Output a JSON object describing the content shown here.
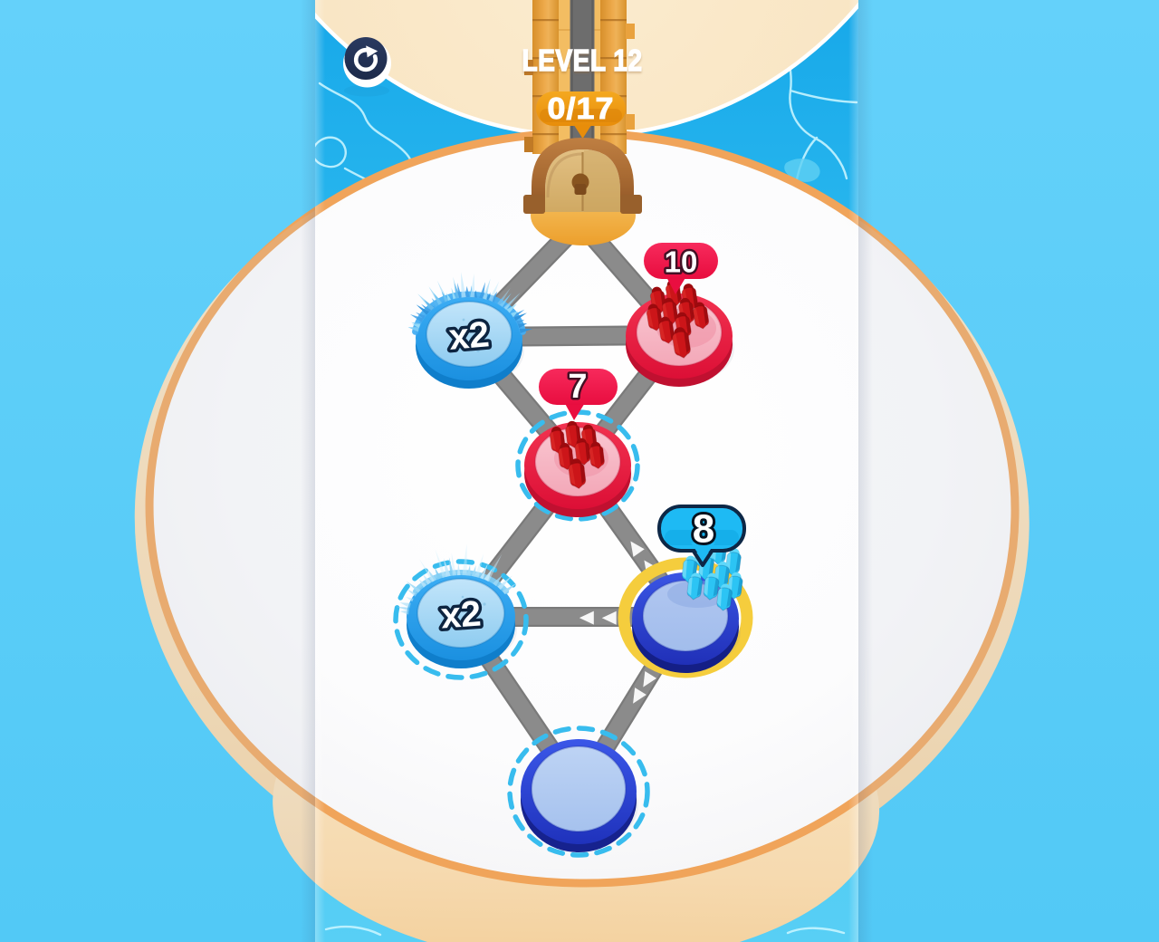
{
  "hud": {
    "level_label": "LEVEL 12",
    "progress": "0/17",
    "restart_icon": "restart-circular-arrow-icon"
  },
  "nodes": {
    "multiplier_top": {
      "label": "x2",
      "type": "multiplier"
    },
    "enemy_top": {
      "count": "10",
      "type": "enemy"
    },
    "enemy_mid": {
      "count": "7",
      "type": "enemy",
      "targeted": true
    },
    "multiplier_bottom": {
      "label": "x2",
      "type": "multiplier",
      "targeted": true
    },
    "player": {
      "count": "8",
      "type": "player",
      "selected": true
    },
    "neutral_bottom": {
      "type": "neutral",
      "targeted": true
    }
  },
  "colors": {
    "sky_blue": "#5ecdf8",
    "water_blue": "#23b2ec",
    "island_white": "#fbfbfc",
    "island_rim_orange": "#f0a45a",
    "sand": "#f6dcb2",
    "road_gray": "#848484",
    "player_cyan": "#1fb9f2",
    "enemy_red": "#ef2048",
    "selection_yellow": "#f5cd3d",
    "target_dash_cyan": "#38bcee",
    "node_blue": "#2ba1f0",
    "button_navy": "#22304f",
    "badge_orange": "#ef9b16"
  }
}
